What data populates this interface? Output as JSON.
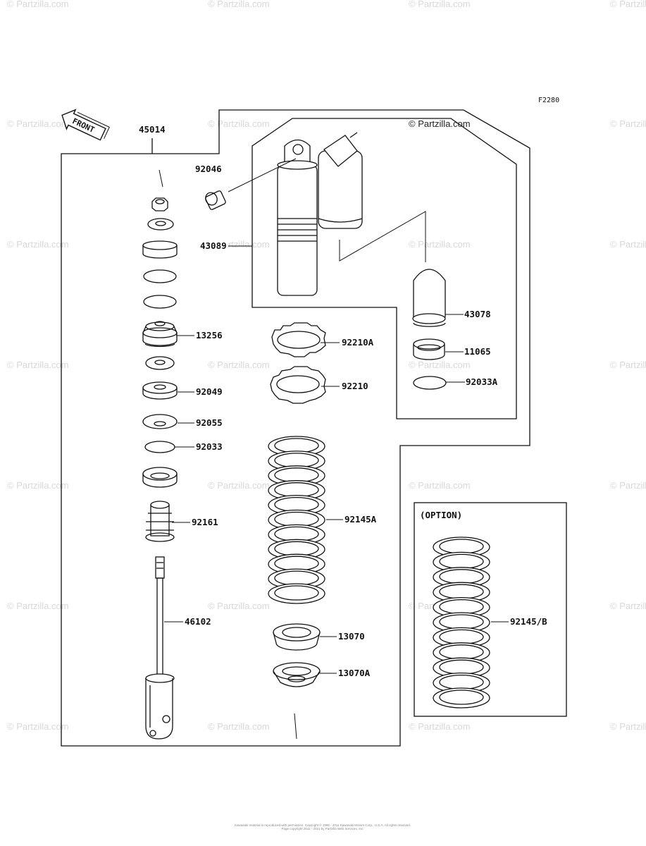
{
  "watermark": "© Partzilla.com",
  "brand_watermark": "© Partzilla.com",
  "figure_code": "F2280",
  "front_label": "FRONT",
  "option_label": "(OPTION)",
  "footer": {
    "line1": "Kawasaki material is reproduced with permission. Copyright © 1995 - 2011 Kawasaki Motors Corp., U.S.A. All rights reserved.",
    "line2": "Page copyright 2011 - 2021 by Partzilla Web Services, Inc."
  },
  "parts": {
    "p45014": "45014",
    "p92046": "92046",
    "p43089": "43089",
    "p43078": "43078",
    "p11065": "11065",
    "p92033A": "92033A",
    "p13256": "13256",
    "p92210A": "92210A",
    "p92210": "92210",
    "p92049": "92049",
    "p92055": "92055",
    "p92033": "92033",
    "p92161": "92161",
    "p92145A": "92145A",
    "p46102": "46102",
    "p13070": "13070",
    "p13070A": "13070A",
    "p92145B": "92145/B"
  },
  "colors": {
    "line": "#111111",
    "watermark": "#d8d8d8"
  }
}
